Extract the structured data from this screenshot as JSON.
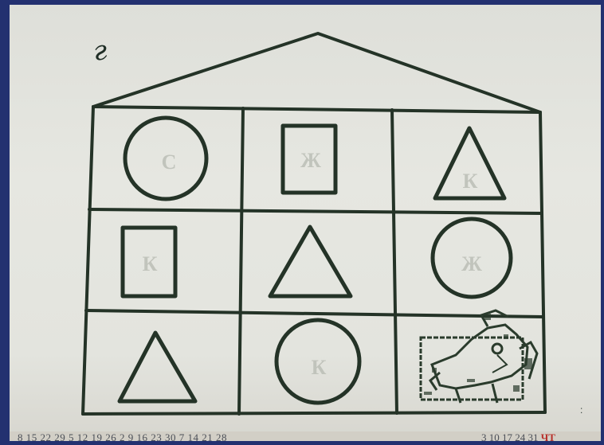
{
  "page": {
    "corner_letter": "г"
  },
  "grid": {
    "rows": [
      [
        "circle",
        "square",
        "triangle"
      ],
      [
        "square",
        "triangle",
        "circle"
      ],
      [
        "triangle",
        "circle",
        "picture"
      ]
    ]
  },
  "bottom_strip": {
    "left_text": "8 15 22 29   5 12 19 26   2 9 16 23 30   7 14 21 28",
    "right_text": "3 10 17 24 31",
    "right_accent": "ЧТ"
  },
  "colors": {
    "ink": "#243327",
    "paper": "#e3e4de",
    "frame": "#233170"
  }
}
